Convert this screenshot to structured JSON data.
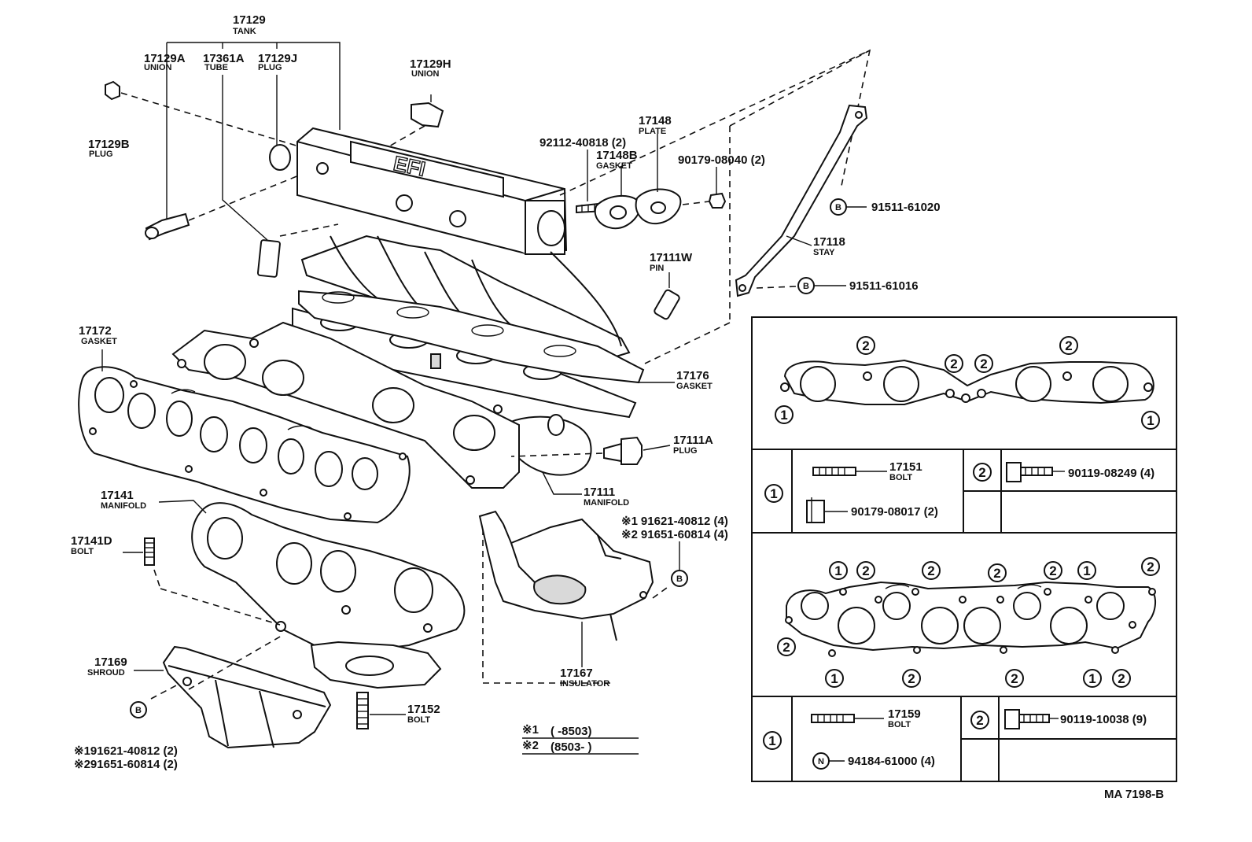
{
  "diagram_code": "MA 7198-B",
  "parts": {
    "p17129": {
      "number": "17129",
      "caption": "TANK"
    },
    "p17129A": {
      "number": "17129A",
      "caption": "UNION"
    },
    "p17361A": {
      "number": "17361A",
      "caption": "TUBE"
    },
    "p17129J": {
      "number": "17129J",
      "caption": "PLUG"
    },
    "p17129H": {
      "number": "17129H",
      "caption": "UNION"
    },
    "p17129B": {
      "number": "17129B",
      "caption": "PLUG"
    },
    "p17148": {
      "number": "17148",
      "caption": "PLATE"
    },
    "p17148B": {
      "number": "17148B",
      "caption": "GASKET"
    },
    "p92112": {
      "number": "92112-40818 (2)"
    },
    "p90179": {
      "number": "90179-08040 (2)"
    },
    "p91511_61020": {
      "number": "91511-61020",
      "marker": "B"
    },
    "p17118": {
      "number": "17118",
      "caption": "STAY"
    },
    "p91511_61016": {
      "number": "91511-61016",
      "marker": "B"
    },
    "p17111W": {
      "number": "17111W",
      "caption": "PIN"
    },
    "p17172": {
      "number": "17172",
      "caption": "GASKET"
    },
    "p17176": {
      "number": "17176",
      "caption": "GASKET"
    },
    "p17111A": {
      "number": "17111A",
      "caption": "PLUG"
    },
    "p17111": {
      "number": "17111",
      "caption": "MANIFOLD"
    },
    "p17141": {
      "number": "17141",
      "caption": "MANIFOLD"
    },
    "p17141D": {
      "number": "17141D",
      "caption": "BOLT"
    },
    "p91621_a": {
      "mark": "※1",
      "number": "91621-40812 (4)"
    },
    "p91651_a": {
      "mark": "※2",
      "number": "91651-60814 (4)"
    },
    "p17167": {
      "number": "17167",
      "caption": "INSULATOR"
    },
    "p17169": {
      "number": "17169",
      "caption": "SHROUD"
    },
    "p17152": {
      "number": "17152",
      "caption": "BOLT"
    },
    "p91621_b": {
      "mark": "※1",
      "number": "91621-40812 (2)"
    },
    "p91651_b": {
      "mark": "※2",
      "number": "91651-60814 (2)"
    },
    "tank_text": "EFI"
  },
  "legend": {
    "row1": {
      "mark": "※1",
      "text": "(      -8503)"
    },
    "row2": {
      "mark": "※2",
      "text": "(8503-      )"
    }
  },
  "markers": {
    "one": "1",
    "two": "2",
    "b": "B",
    "n": "N"
  },
  "box_upper": {
    "bolt1": {
      "number": "17151",
      "caption": "BOLT"
    },
    "nut1": {
      "number": "90179-08017 (2)"
    },
    "bolt2": {
      "number": "90119-08249 (4)"
    }
  },
  "box_lower": {
    "bolt1": {
      "number": "17159",
      "caption": "BOLT"
    },
    "nut1": {
      "number": "94184-61000 (4)",
      "marker": "N"
    },
    "bolt2": {
      "number": "90119-10038 (9)"
    }
  }
}
